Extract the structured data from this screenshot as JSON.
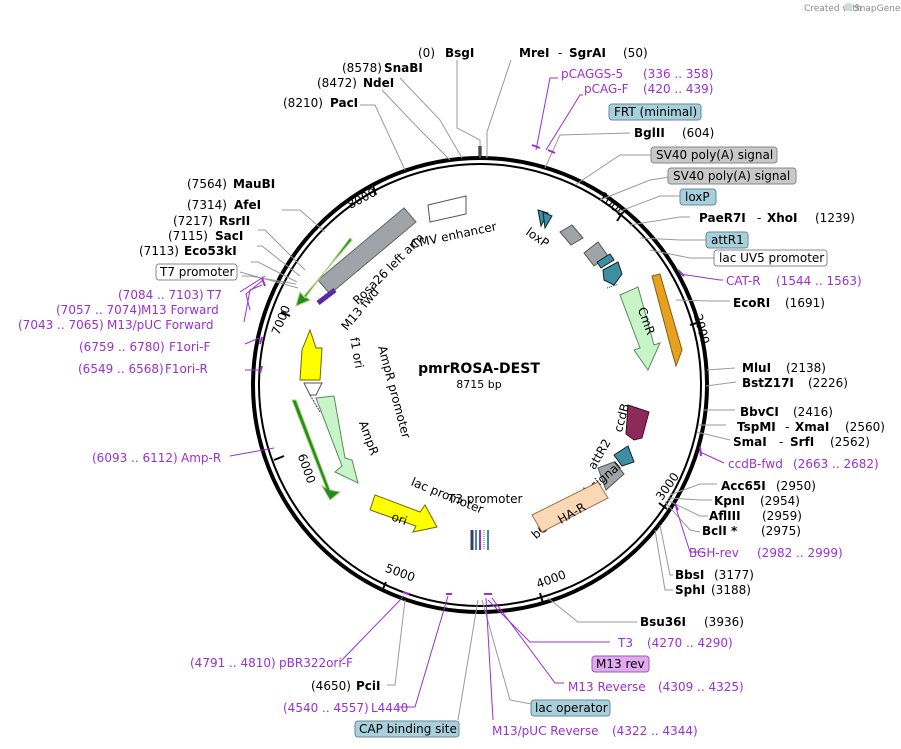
{
  "header": {
    "credit": "Created with",
    "brand": "SnapGene"
  },
  "plasmid": {
    "name": "pmrROSA-DEST",
    "size": "8715 bp"
  },
  "ticks": [
    "1000",
    "2000",
    "3000",
    "4000",
    "5000",
    "6000",
    "7000",
    "8000"
  ],
  "enzymes": [
    {
      "pos": "(0)",
      "name": "BsgI"
    },
    {
      "pos": "(8578)",
      "name": "SnaBI"
    },
    {
      "pos": "(8472)",
      "name": "NdeI"
    },
    {
      "pos": "(8210)",
      "name": "PacI"
    },
    {
      "name": "MreI",
      "sep": "-",
      "name2": "SgrAI",
      "pos": "(50)"
    },
    {
      "name": "BglII",
      "pos": "(604)"
    },
    {
      "name": "PaeR7I",
      "sep": "-",
      "name2": "XhoI",
      "pos": "(1239)"
    },
    {
      "name": "EcoRI",
      "pos": "(1691)"
    },
    {
      "name": "MluI",
      "pos": "(2138)"
    },
    {
      "name": "BstZ17I",
      "pos": "(2226)"
    },
    {
      "name": "BbvCI",
      "pos": "(2416)"
    },
    {
      "name": "TspMI",
      "sep": "-",
      "name2": "XmaI",
      "pos": "(2560)"
    },
    {
      "name": "SmaI",
      "sep": "-",
      "name2": "SrfI",
      "pos": "(2562)"
    },
    {
      "name": "Acc65I",
      "pos": "(2950)"
    },
    {
      "name": "KpnI",
      "pos": "(2954)"
    },
    {
      "name": "AflIII",
      "pos": "(2959)"
    },
    {
      "name": "BclI *",
      "pos": "(2975)"
    },
    {
      "name": "BbsI",
      "pos": "(3177)"
    },
    {
      "name": "SphI",
      "pos": "(3188)"
    },
    {
      "name": "Bsu36I",
      "pos": "(3936)"
    },
    {
      "pos": "(4650)",
      "name": "PciI"
    },
    {
      "pos": "(7564)",
      "name": "MauBI"
    },
    {
      "pos": "(7314)",
      "name": "AfeI"
    },
    {
      "pos": "(7217)",
      "name": "RsrII"
    },
    {
      "pos": "(7115)",
      "name": "SacI"
    },
    {
      "pos": "(7113)",
      "name": "Eco53kI"
    }
  ],
  "primers": [
    {
      "name": "pCAGGS-5",
      "range": "(336 .. 358)"
    },
    {
      "name": "pCAG-F",
      "range": "(420 .. 439)"
    },
    {
      "name": "CAT-R",
      "range": "(1544 .. 1563)"
    },
    {
      "name": "ccdB-fwd",
      "range": "(2663 .. 2682)"
    },
    {
      "name": "BGH-rev",
      "range": "(2982 .. 2999)"
    },
    {
      "name": "T3",
      "range": "(4270 .. 4290)"
    },
    {
      "name": "M13 Reverse",
      "range": "(4309 .. 4325)"
    },
    {
      "name": "M13/pUC Reverse",
      "range": "(4322 .. 4344)"
    },
    {
      "name": "L4440",
      "range": "(4540 .. 4557)"
    },
    {
      "name": "pBR322ori-F",
      "range": "(4791 .. 4810)"
    },
    {
      "name": "Amp-R",
      "range": "(6093 .. 6112)"
    },
    {
      "name": "F1ori-R",
      "range": "(6549 .. 6568)"
    },
    {
      "name": "F1ori-F",
      "range": "(6759 .. 6780)"
    },
    {
      "name": "M13/pUC Forward",
      "range": "(7043 .. 7065)"
    },
    {
      "name": "M13 Forward",
      "range": "(7057 .. 7074)"
    },
    {
      "name": "T7",
      "range": "(7084 .. 7103)"
    }
  ],
  "boxes": {
    "frt": "FRT (minimal)",
    "sv40a": "SV40 poly(A) signal",
    "sv40b": "SV40 poly(A) signal",
    "loxp": "loxP",
    "attr1": "attR1",
    "lacuv5": "lac UV5 promoter",
    "m13rev": "M13 rev",
    "lacop": "lac operator",
    "cap": "CAP binding site",
    "t7prom": "T7 promoter"
  },
  "features": {
    "cmv": "CMV enhancer",
    "rosa": "Rosa26 left arm",
    "m13fwd": "M13 fwd",
    "loxp_in": "loxP",
    "cmr": "CmR",
    "ccdb": "ccdB",
    "attr2": "attR2",
    "bgh": "bGH poly(A) signal",
    "har": "HA-R",
    "t3prom": "T3 promoter",
    "lacprom": "lac promoter",
    "ori": "ori",
    "ampr": "AmpR",
    "amprprom": "AmpR promoter",
    "f1ori": "f1 ori"
  },
  "colors": {
    "primer": "#9b30d0",
    "box_blue": "#a8d0dc",
    "box_gray": "#c8c8c8",
    "box_purple": "#e2a8f2",
    "gray_feature": "#9ea4a8",
    "teal": "#3c8ea0",
    "green_arrow": "#c8f5c8",
    "yellow": "#ffff00",
    "ccdb": "#8c2a5a",
    "bgh": "#fbd8b5"
  }
}
